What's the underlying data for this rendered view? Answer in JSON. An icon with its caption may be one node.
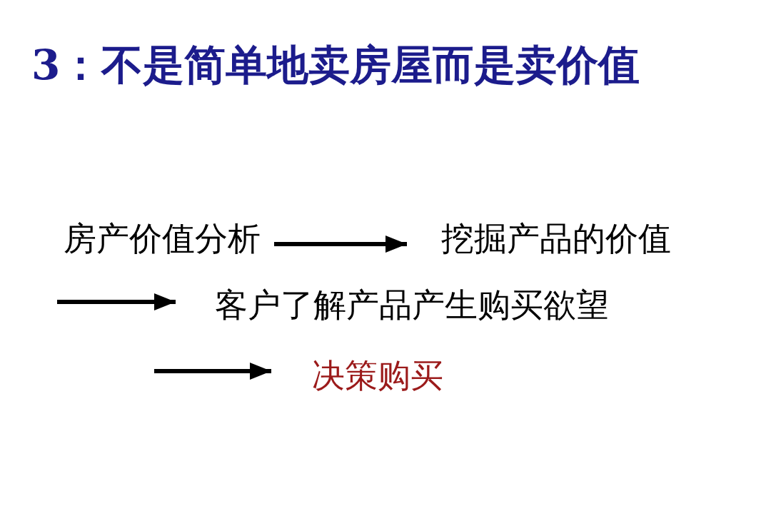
{
  "diagram": {
    "title": "3：不是简单地卖房屋而是卖价值",
    "nodes": [
      {
        "text": [
          "房产价值分析"
        ]
      },
      {
        "text": [
          "挖掘产品的价值"
        ]
      },
      {
        "text": [
          "客户了解产品产生购买欲望"
        ]
      },
      {
        "text": [
          "决策购买"
        ]
      }
    ],
    "edges": [
      {
        "from": 0,
        "to": 1,
        "arrow": "to"
      },
      {
        "from": null,
        "to": 2,
        "arrow": "to"
      },
      {
        "from": null,
        "to": 3,
        "arrow": "to"
      }
    ]
  }
}
